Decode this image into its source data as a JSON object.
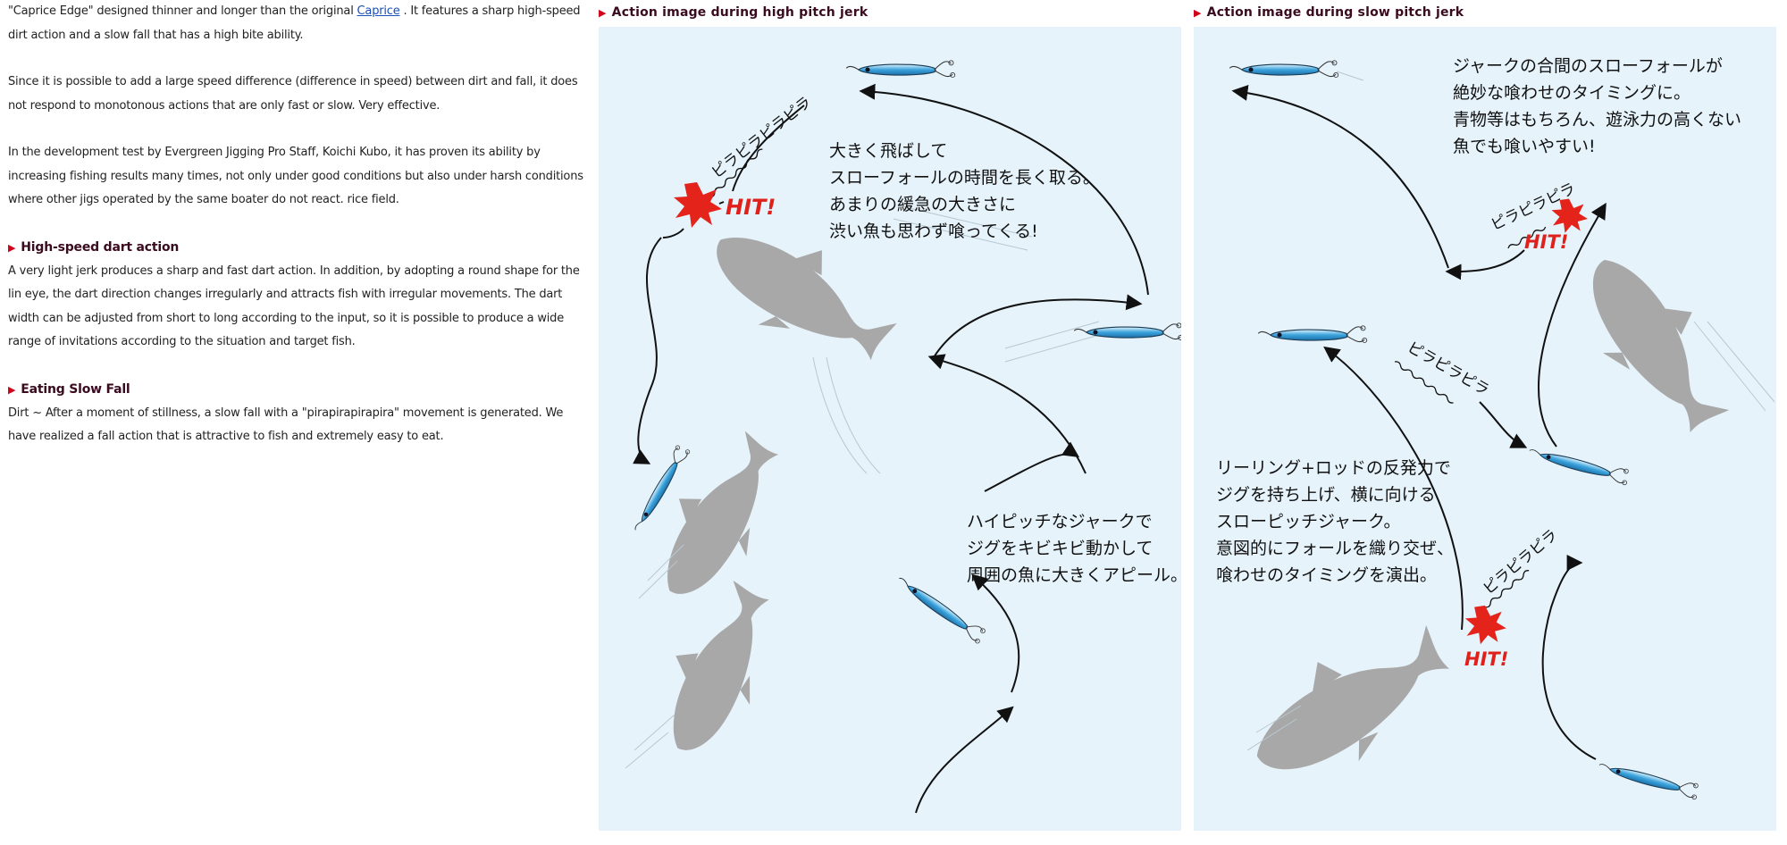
{
  "article": {
    "para1_pre": "\"Caprice Edge\" designed thinner and longer than the original ",
    "para1_link": "Caprice",
    "para1_post": " . It features a sharp high-speed dirt action and a slow fall that has a high bite ability.",
    "para2": "Since it is possible to add a large speed difference (difference in speed) between dirt and fall, it does not respond to monotonous actions that are only fast or slow. Very effective.",
    "para3": "In the development test by Evergreen Jigging Pro Staff, Koichi Kubo, it has proven its ability by increasing fishing results many times, not only under good conditions but also under harsh conditions where other jigs operated by the same boater do not react. rice field.",
    "section1_title": "High-speed dart action",
    "section1_body": "A very light jerk produces a sharp and fast dart action. In addition, by adopting a round shape for the lin eye, the dart direction changes irregularly and attracts fish with irregular movements. The dart width can be adjusted from short to long according to the input, so it is possible to produce a wide range of invitations according to the situation and target fish.",
    "section2_title": "Eating Slow Fall",
    "section2_body": "Dirt ~ After a moment of stillness, a slow fall with a \"pirapirapirapira\" movement is generated. We have realized a fall action that is attractive to fish and extremely easy to eat."
  },
  "panel_high": {
    "heading": "Action image during high pitch jerk",
    "text_top": [
      "大きく飛ばして",
      "スローフォールの時間を長く取る。",
      "あまりの緩急の大きさに",
      "渋い魚も思わず喰ってくる!"
    ],
    "text_bottom": [
      "ハイピッチなジャークで",
      "ジグをキビキビ動かして",
      "周囲の魚に大きくアピール。"
    ],
    "squiggle": "ピラピラピラピラ",
    "hit": "HIT!"
  },
  "panel_slow": {
    "heading": "Action image during slow pitch jerk",
    "text_top": [
      "ジャークの合間のスローフォールが",
      "絶妙な喰わせのタイミングに。",
      "青物等はもちろん、遊泳力の高くない",
      "魚でも喰いやすい!"
    ],
    "text_mid": [
      "リーリング+ロッドの反発力で",
      "ジグを持ち上げ、横に向ける",
      "スローピッチジャーク。",
      "意図的にフォールを織り交ぜ、",
      "喰わせのタイミングを演出。"
    ],
    "squiggle_1": "ピラピラピラ",
    "squiggle_2": "ピラピラピラ",
    "squiggle_3": "ピラピラピラ",
    "hit_1": "HIT!",
    "hit_2": "HIT!"
  },
  "colors": {
    "panel_bg": "#e6f3fb",
    "heading": "#3a0a1e",
    "accent": "#d0021b",
    "hit": "#e0201a",
    "fish": "#a8a8a8",
    "jig": "#3aa3dc",
    "link": "#1a4fb8"
  }
}
